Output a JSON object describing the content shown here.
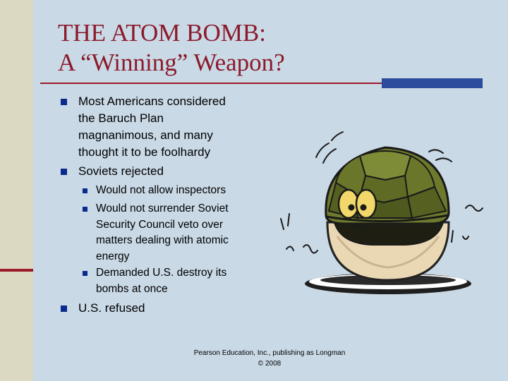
{
  "slide": {
    "title_lines": [
      "THE ATOM BOMB:",
      "A “Winning” Weapon?"
    ],
    "bullets": [
      {
        "lines": [
          "Most Americans considered",
          "the Baruch Plan",
          "magnanimous, and many",
          "thought it to be foolhardy"
        ]
      },
      {
        "lines": [
          "Soviets rejected"
        ]
      },
      {
        "lines": [
          "U.S. refused"
        ]
      }
    ],
    "sub_bullets": [
      {
        "lines": [
          "Would not allow inspectors"
        ]
      },
      {
        "lines": [
          "Would not surrender Soviet",
          "Security Council veto over",
          "matters dealing with atomic",
          "energy"
        ]
      },
      {
        "lines": [
          "Demanded U.S. destroy its",
          "bombs at once"
        ]
      }
    ],
    "footer_lines": [
      "Pearson Education, Inc., publishing as Longman",
      "© 2008"
    ],
    "illustration": "turtle-hiding-in-shell",
    "colors": {
      "title": "#8b1a2b",
      "bullet": "#0a2a8c",
      "background": "#c9d9e6",
      "left_band": "#dcd9c3",
      "rule_accent": "#2b4c9c"
    }
  }
}
